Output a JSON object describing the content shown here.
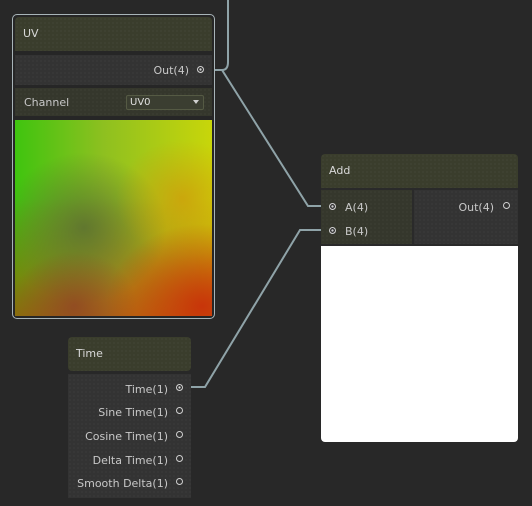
{
  "colors": {
    "wire": "#8fa3a8",
    "background": "#282828",
    "node_header": "#3a3d2c",
    "selected_outline": "#a8b4b8"
  },
  "uv_node": {
    "title": "UV",
    "output_label": "Out(4)",
    "channel_label": "Channel",
    "channel_value": "UV0",
    "selected": true
  },
  "add_node": {
    "title": "Add",
    "inputs": [
      "A(4)",
      "B(4)"
    ],
    "output_label": "Out(4)"
  },
  "time_node": {
    "title": "Time",
    "outputs": [
      "Time(1)",
      "Sine Time(1)",
      "Cosine Time(1)",
      "Delta Time(1)",
      "Smooth Delta(1)"
    ]
  }
}
